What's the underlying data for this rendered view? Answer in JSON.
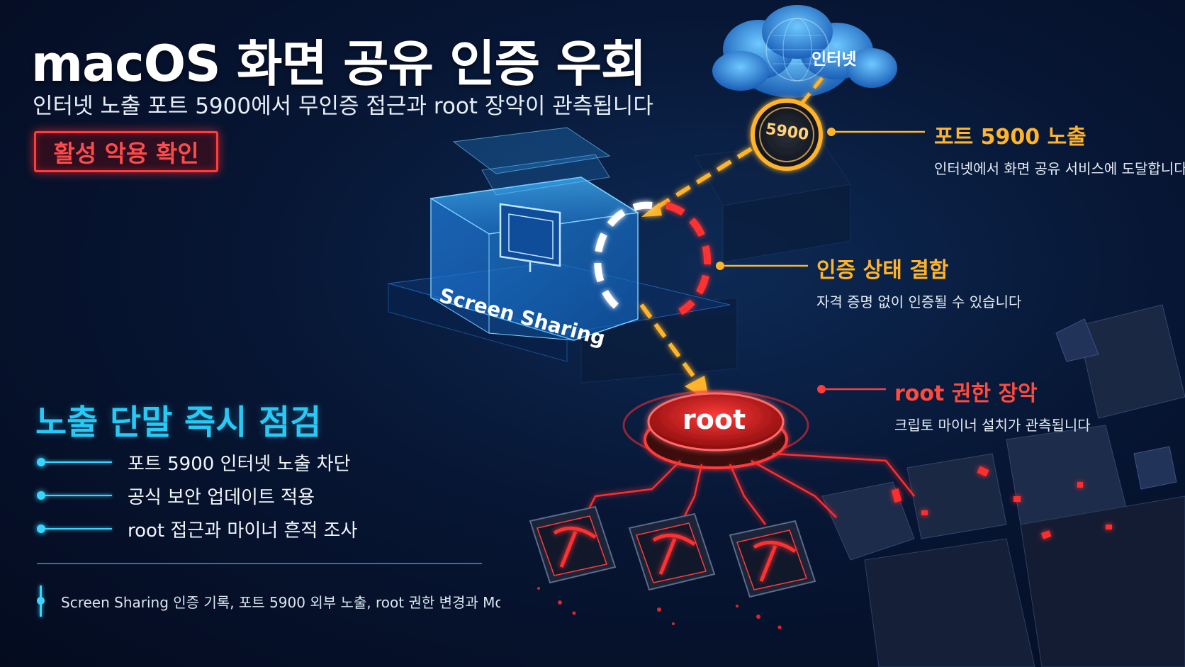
{
  "header": {
    "title": "macOS 화면 공유 인증 우회",
    "subtitle": "인터넷 노출 포트 5900에서 무인증 접근과 root 장악이 관측됩니다",
    "badge": "활성 악용 확인"
  },
  "diagram": {
    "cloud_label": "인터넷",
    "port_label": "5900",
    "server_label": "Screen Sharing",
    "root_label": "root"
  },
  "callouts": [
    {
      "title": "포트 5900 노출",
      "desc": "인터넷에서 화면 공유 서비스에 도달합니다",
      "color": "#ffb429"
    },
    {
      "title": "인증 상태 결함",
      "desc": "자격 증명 없이 인증될 수 있습니다",
      "color": "#ffb429"
    },
    {
      "title": "root 권한 장악",
      "desc": "크립토 마이너 설치가 관측됩니다",
      "color": "#ff4a3d"
    }
  ],
  "checklist": {
    "title": "노출 단말 즉시 점검",
    "items": [
      "포트 5900 인터넷 노출 차단",
      "공식 보안 업데이트 적용",
      "root 접근과 마이너 흔적 조사"
    ]
  },
  "footer_note": "Screen Sharing 인증 기록, 포트 5900 외부 노출, root 권한 변경과 Monero…",
  "colors": {
    "accent_cyan": "#27c9f5",
    "accent_yellow": "#ffb429",
    "accent_red": "#ff3b3b",
    "background": "#071634"
  },
  "icons": [
    "cloud-globe-icon",
    "monitor-icon",
    "pickaxe-icon",
    "chip-icon"
  ]
}
